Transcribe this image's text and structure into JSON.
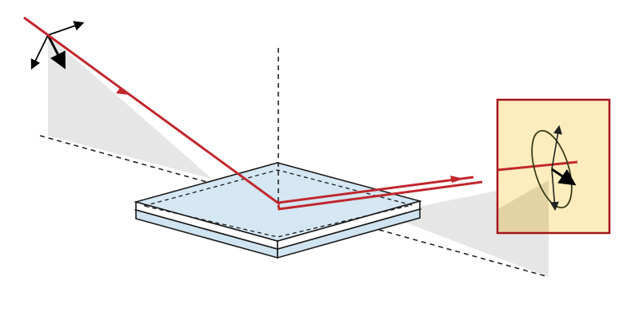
{
  "colors": {
    "background": "#ffffff",
    "beam": "#c0272d",
    "plane_of_incidence": "#e6e6e6",
    "sample_fill": "#cfe3f0",
    "sample_top_fill": "#d5e7f3",
    "sample_edge": "#1a1a1a",
    "guide_dash": "#222222",
    "inset_fill": "#fdedbe",
    "inset_border": "#a5121b",
    "polarization_ellipse": "#3a3a16",
    "polarization_vector": "#000000"
  },
  "elements": {
    "incident_beam": "incident-light-ray",
    "reflected_beam": "reflected-light-ray",
    "sample": "layered-thin-film-sample",
    "surface_normal": "dashed-surface-normal",
    "plane_of_incidence": "shaded-plane-of-incidence",
    "incident_polarization": "linear-polarization-arrows",
    "detector_inset": "elliptical-polarization-inset"
  }
}
